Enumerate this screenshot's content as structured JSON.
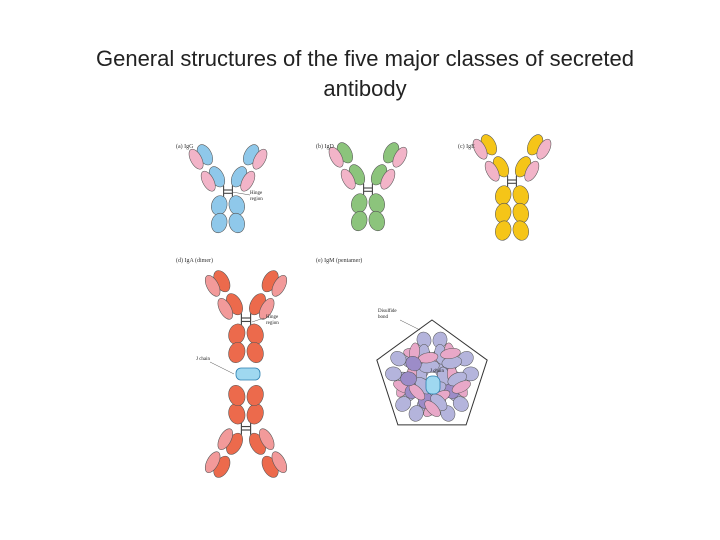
{
  "title": {
    "line1": "General structures of the five major classes of secreted",
    "line2": "antibody"
  },
  "panels": {
    "a": {
      "label": "(a) IgG",
      "hinge": "Hinge\nregion"
    },
    "b": {
      "label": "(b) IgD"
    },
    "c": {
      "label": "(c) IgE"
    },
    "d": {
      "label": "(d) IgA (dimer)",
      "hinge": "Hinge\nregion",
      "jchain": "J chain"
    },
    "e": {
      "label": "(e) IgM (pentamer)",
      "disulfide": "Disulfide\nbond",
      "jchain": "J chain"
    }
  },
  "colors": {
    "igg_heavy": "#8fc8ea",
    "igg_light": "#f2b4c8",
    "igd_heavy": "#8cc47c",
    "igd_light": "#f2b4c8",
    "ige_heavy": "#f5c518",
    "ige_light": "#f2b4c8",
    "iga_heavy": "#ec6a4c",
    "iga_light": "#f29a9a",
    "igm_heavy": "#b4b4dc",
    "igm_light": "#e8a8c8",
    "igm_core": "#9c8cc8"
  }
}
